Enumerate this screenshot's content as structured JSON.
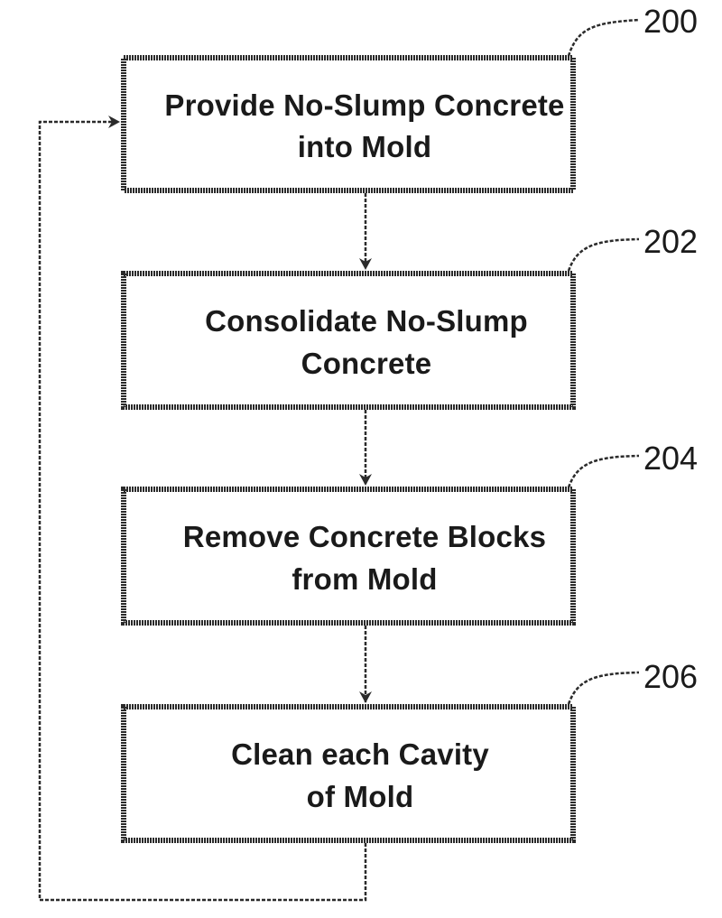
{
  "steps": [
    {
      "ref": "200",
      "line1": "Provide No-Slump Concrete",
      "line2": "into Mold"
    },
    {
      "ref": "202",
      "line1": "Consolidate No-Slump",
      "line2": "Concrete"
    },
    {
      "ref": "204",
      "line1": "Remove Concrete Blocks",
      "line2": "from Mold"
    },
    {
      "ref": "206",
      "line1": "Clean each Cavity",
      "line2": "of Mold"
    }
  ],
  "colors": {
    "stroke": "#2b2b2b",
    "text": "#1a1a1a",
    "background": "#ffffff"
  }
}
